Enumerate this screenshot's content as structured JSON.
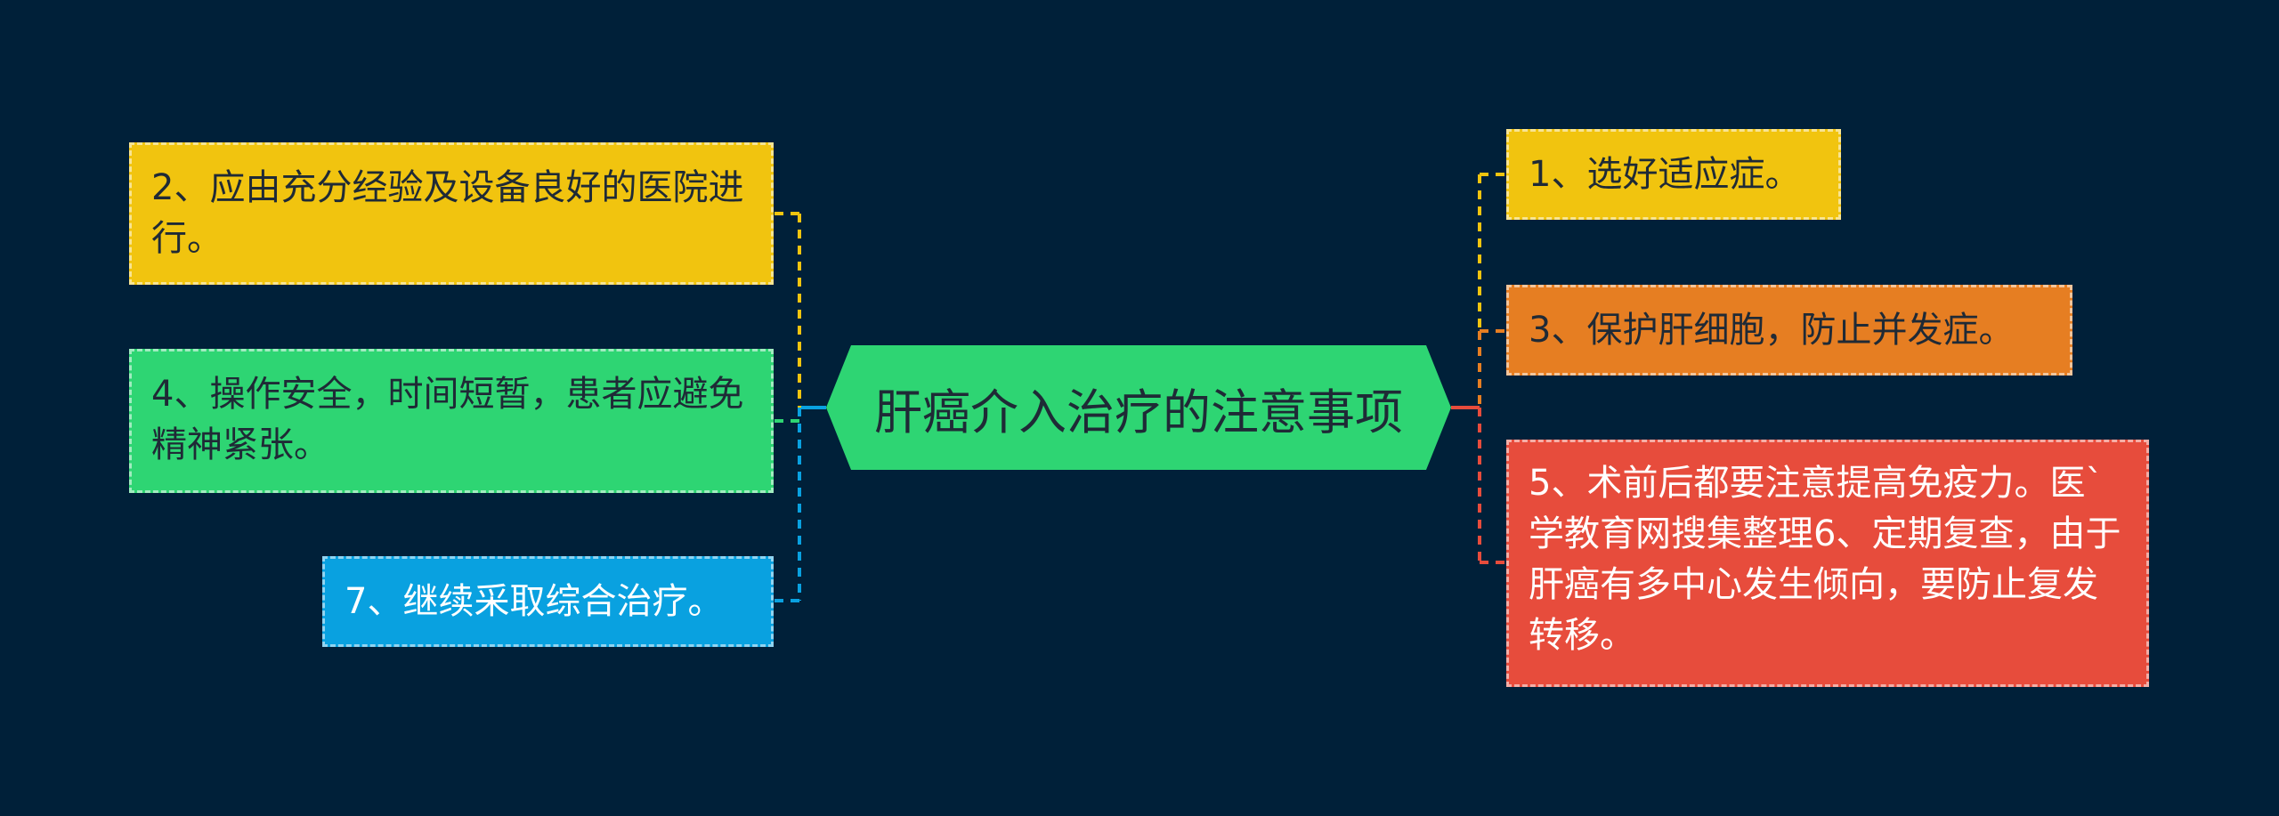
{
  "colors": {
    "background": "#002039",
    "yellow": "#f1c40f",
    "green": "#2ed573",
    "blue": "#09a1e0",
    "orange": "#e67e22",
    "red": "#e74c3c",
    "center": "#2ed573"
  },
  "center": {
    "title": "肝癌介入治疗的注意事项"
  },
  "left_nodes": [
    {
      "text": "2、应由充分经验及设备良好的医院进行。",
      "color": "yellow"
    },
    {
      "text": "4、操作安全，时间短暂，患者应避免精神紧张。",
      "color": "green"
    },
    {
      "text": "7、继续采取综合治疗。",
      "color": "blue"
    }
  ],
  "right_nodes": [
    {
      "text": "1、选好适应症。",
      "color": "yellow"
    },
    {
      "text": "3、保护肝细胞，防止并发症。",
      "color": "orange"
    },
    {
      "text": "5、术前后都要注意提高免疫力。医`学教育网搜集整理6、定期复查，由于肝癌有多中心发生倾向，要防止复发转移。",
      "color": "red"
    }
  ]
}
